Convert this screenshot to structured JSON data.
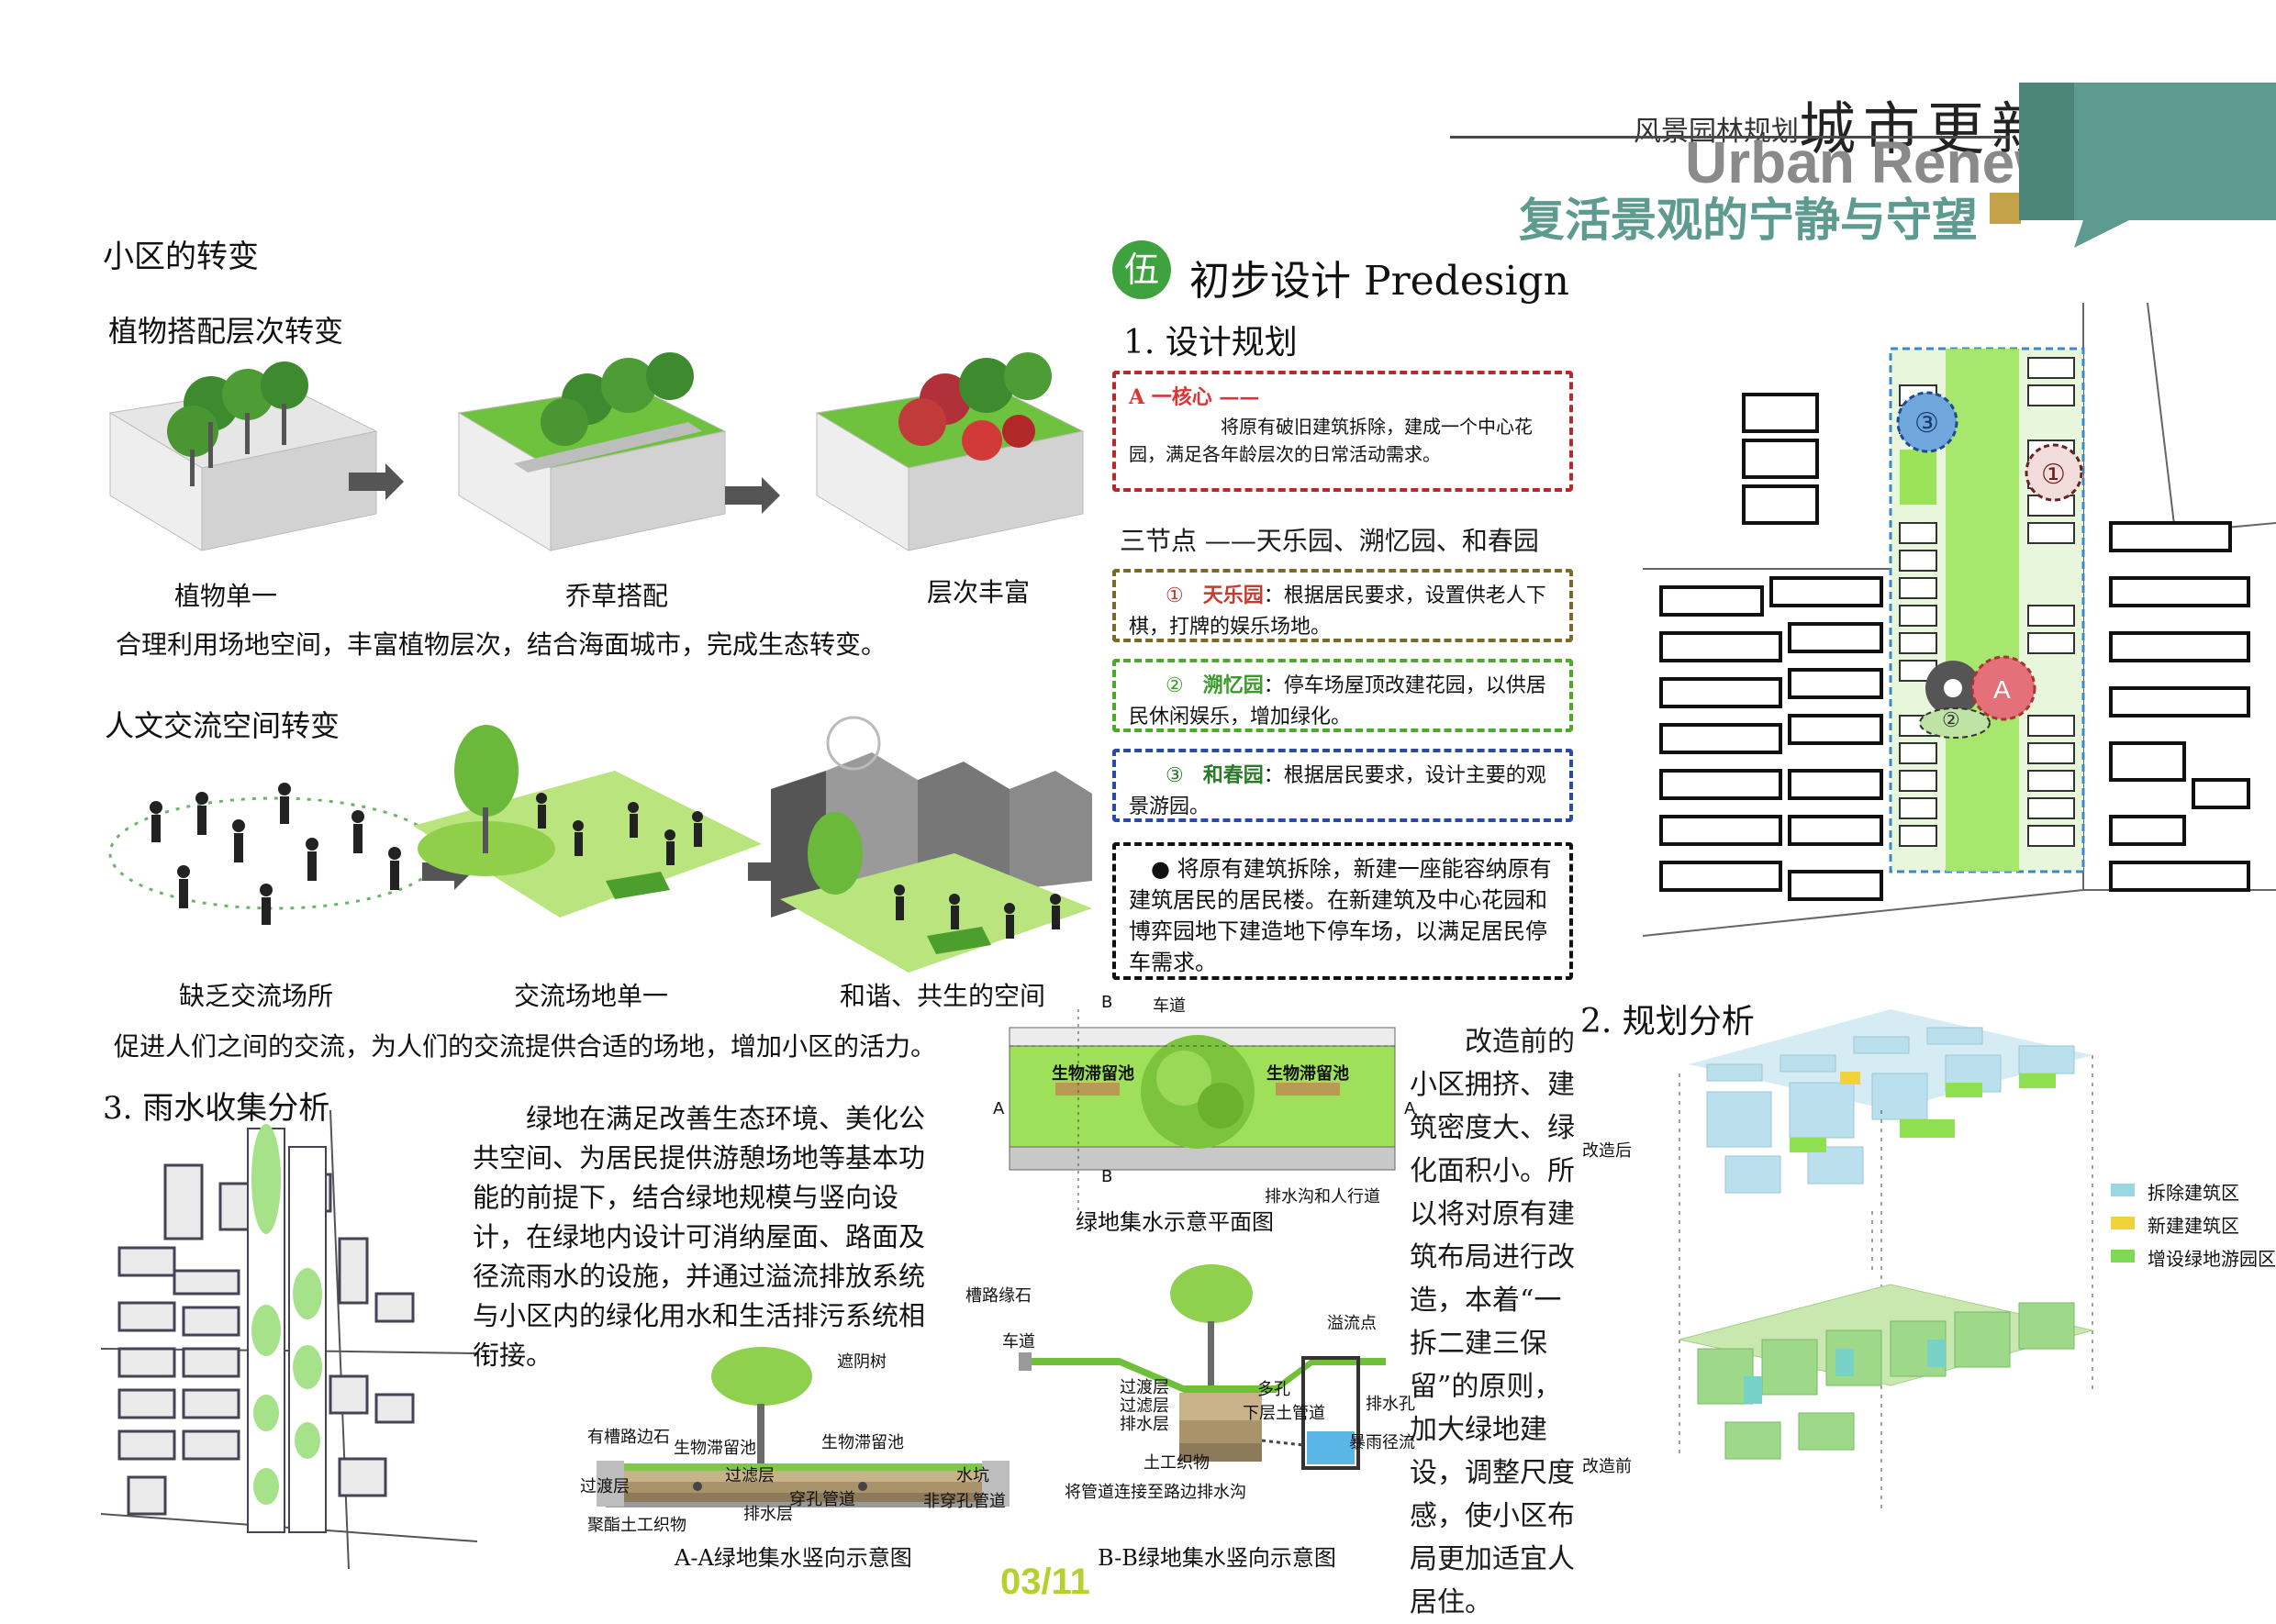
{
  "header": {
    "small": "风景园林规划",
    "title_cn": "城市更新",
    "title_en": "Urban Renewal",
    "subtitle_cn": "复活景观的宁静与守望"
  },
  "left": {
    "title": "小区的转变",
    "plant": {
      "title": "植物搭配层次转变",
      "captions": [
        "植物单一",
        "乔草搭配",
        "层次丰富"
      ],
      "desc": "合理利用场地空间，丰富植物层次，结合海面城市，完成生态转变。"
    },
    "social": {
      "title": "人文交流空间转变",
      "captions": [
        "缺乏交流场所",
        "交流场地单一",
        "和谐、共生的空间"
      ],
      "desc": "促进人们之间的交流，为人们的交流提供合适的场地，增加小区的活力。"
    },
    "rain": {
      "title": "3. 雨水收集分析",
      "para": "绿地在满足改善生态环境、美化公共空间、为居民提供游憩场地等基本功能的前提下，结合绿地规模与竖向设计，在绿地内设计可消纳屋面、路面及径流雨水的设施，并通过溢流排放系统与小区内的绿化用水和生活排污系统相衔接。"
    },
    "aa": {
      "caption": "A-A绿地集水竖向示意图",
      "labels": [
        "遮阴树",
        "有槽路边石",
        "生物滞留池",
        "生物滞留池",
        "过渡层",
        "过滤层",
        "水坑",
        "穿孔管道",
        "排水层",
        "非穿孔管道",
        "聚酯土工织物"
      ]
    }
  },
  "middle": {
    "section": {
      "badge": "伍",
      "title": "初步设计 Predesign"
    },
    "plan_title": "1. 设计规划",
    "box_a": {
      "head": "A  一核心 ——",
      "text": "将原有破旧建筑拆除，建成一个中心花园，满足各年龄层次的日常活动需求。"
    },
    "three_nodes": "三节点 ——天乐园、溯忆园、和春园",
    "box1": {
      "num": "①",
      "name": "天乐园",
      "text": "：根据居民要求，设置供老人下棋，打牌的娱乐场地。"
    },
    "box2": {
      "num": "②",
      "name": "溯忆园",
      "text": "：停车场屋顶改建花园，以供居民休闲娱乐，增加绿化。"
    },
    "box3": {
      "num": "③",
      "name": "和春园",
      "text": "：根据居民要求，设计主要的观景游园。"
    },
    "box4": {
      "text": "●  将原有建筑拆除，新建一座能容纳原有建筑居民的居民楼。在新建筑及中心花园和博弈园地下建造地下停车场，以满足居民停车需求。"
    },
    "plan_section": {
      "caption": "绿地集水示意平面图",
      "road": "车道",
      "pool1": "生物滞留池",
      "pool2": "生物滞留池",
      "ditch": "排水沟和人行道",
      "a": "A",
      "b": "B"
    },
    "bb": {
      "caption": "B-B绿地集水竖向示意图",
      "labels": [
        "槽路缘石",
        "车道",
        "溢流点",
        "过渡层",
        "过滤层",
        "排水层",
        "多孔",
        "下层土管道",
        "排水孔",
        "暴雨径流",
        "土工织物",
        "将管道连接至路边排水沟"
      ]
    },
    "desc": "改造前的小区拥挤、建筑密度大、绿化面积小。所以将对原有建筑布局进行改造，本着“一拆二建三保留”的原则，加大绿地建设，调整尺度感，使小区布局更加适宜人居住。"
  },
  "right": {
    "analysis_title": "2. 规划分析",
    "after": "改造后",
    "before": "改造前",
    "legend": [
      {
        "label": "拆除建筑区",
        "color": "#9ad7e0"
      },
      {
        "label": "新建建筑区",
        "color": "#f0d23a"
      },
      {
        "label": "增设绿地游园区",
        "color": "#7ed957"
      }
    ],
    "markers": [
      "③",
      "①",
      "A",
      "②"
    ]
  },
  "page": "03/11"
}
